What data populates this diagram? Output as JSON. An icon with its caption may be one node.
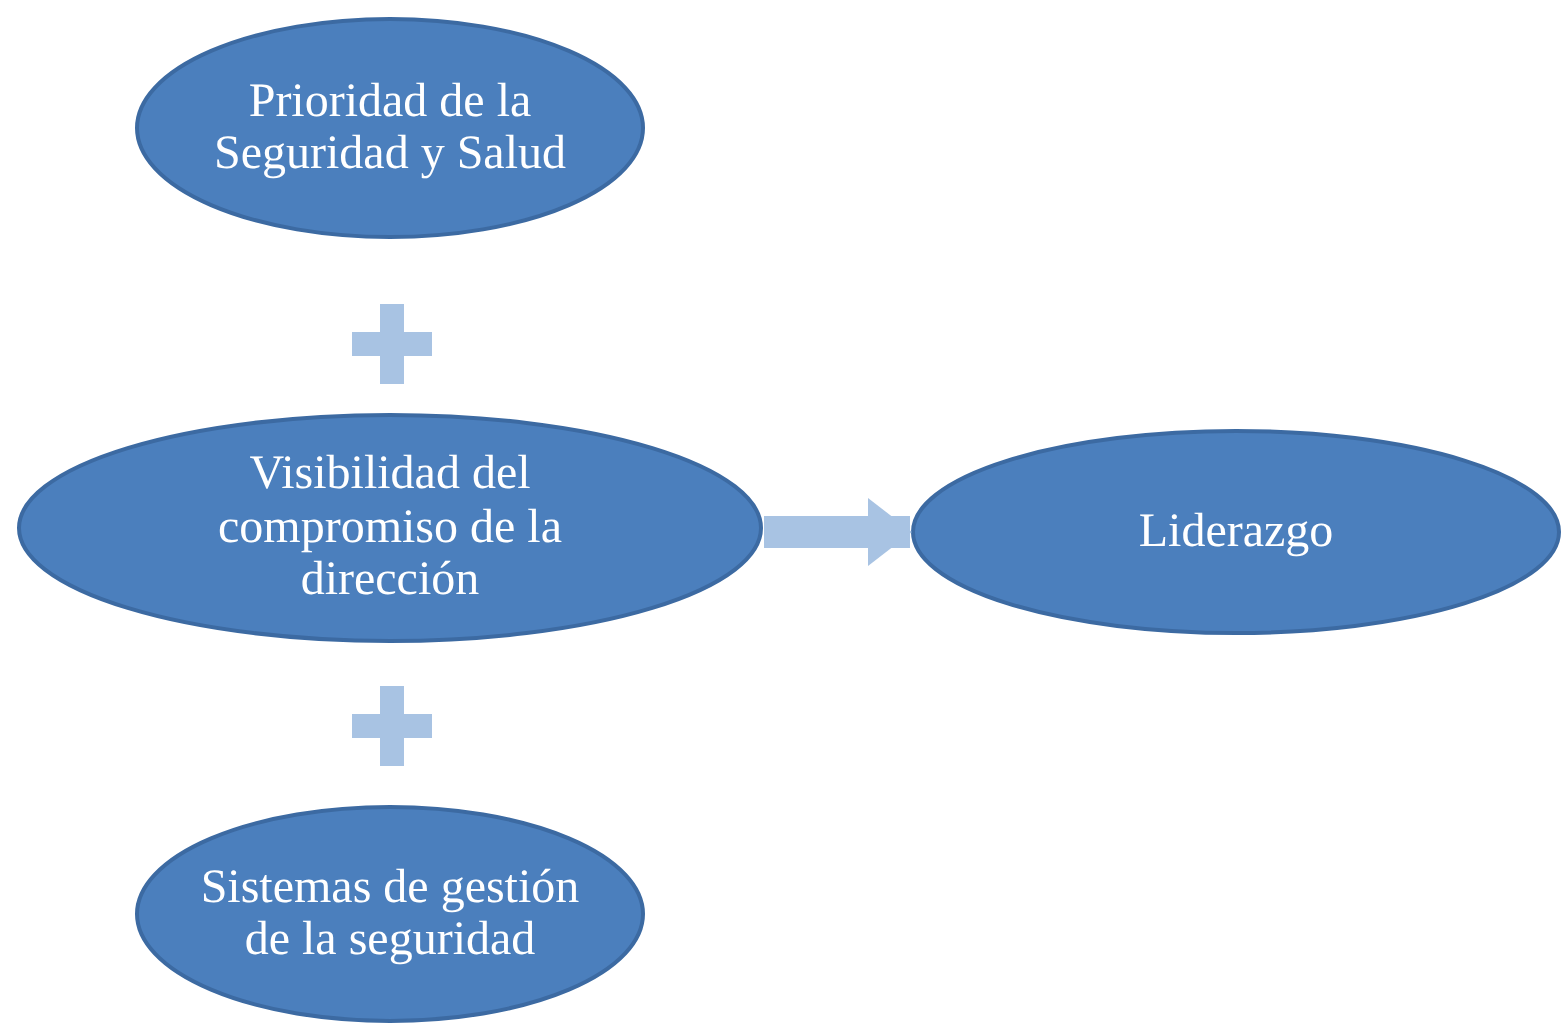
{
  "diagram": {
    "nodes": [
      {
        "text": [
          "Prioridad de la Seguridad y Salud"
        ]
      },
      {
        "text": [
          "Visibilidad del compromiso de la dirección"
        ]
      },
      {
        "text": [
          "Sistemas de gestión de la seguridad"
        ]
      },
      {
        "text": [
          "Liderazgo"
        ]
      }
    ],
    "edges": [
      {
        "from": 1,
        "to": 3,
        "arrow": "to"
      }
    ]
  }
}
